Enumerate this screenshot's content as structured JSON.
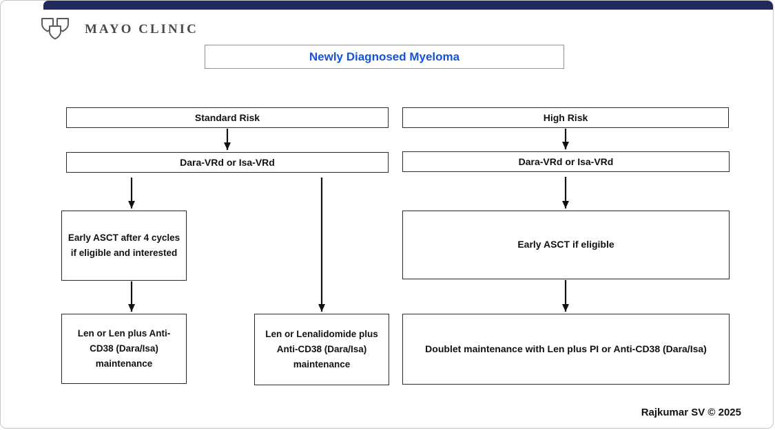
{
  "header": {
    "logo_text": "MAYO CLINIC",
    "banner_title": "Newly Diagnosed Myeloma"
  },
  "flowchart": {
    "standard": {
      "risk_label": "Standard Risk",
      "induction": "Dara-VRd or Isa-VRd",
      "asct": "Early ASCT after 4 cycles if eligible and interested",
      "maintenance_asct": "Len or Len plus Anti-CD38 (Dara/Isa) maintenance",
      "maintenance_no_asct": "Len or Lenalidomide plus Anti-CD38 (Dara/Isa) maintenance"
    },
    "high": {
      "risk_label": "High Risk",
      "induction": "Dara-VRd or Isa-VRd",
      "asct": "Early ASCT if eligible",
      "maintenance": "Doublet maintenance with Len plus PI or Anti-CD38 (Dara/Isa)"
    },
    "edges": [
      {
        "from": "standard-risk",
        "to": "standard-induction"
      },
      {
        "from": "standard-induction",
        "to": "early-asct-standard"
      },
      {
        "from": "standard-induction",
        "to": "maintenance-no-asct"
      },
      {
        "from": "early-asct-standard",
        "to": "maintenance-after-asct"
      },
      {
        "from": "high-risk",
        "to": "high-induction"
      },
      {
        "from": "high-induction",
        "to": "early-asct-high"
      },
      {
        "from": "early-asct-high",
        "to": "doublet-maintenance"
      }
    ]
  },
  "footer": {
    "credit": "Rajkumar SV © 2025"
  },
  "colors": {
    "top_bar": "#1f2b5c",
    "title_blue": "#1553d6",
    "box_border": "#2b2b2b"
  }
}
